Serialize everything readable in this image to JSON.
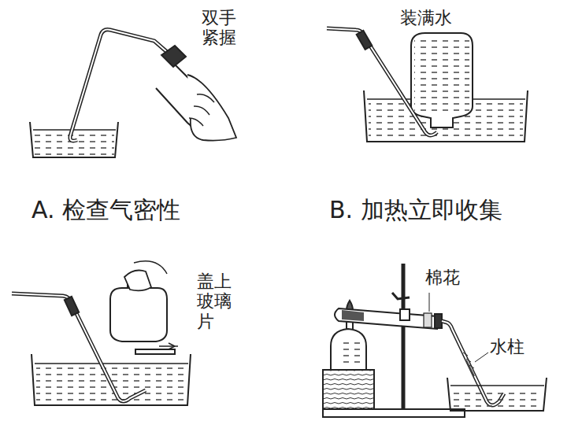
{
  "diagram": {
    "labels": [
      "双手紧握",
      "装满水",
      "A. 检查气密性",
      "B. 加热立即收集",
      "盖上玻璃片",
      "棉花",
      "水柱"
    ]
  }
}
